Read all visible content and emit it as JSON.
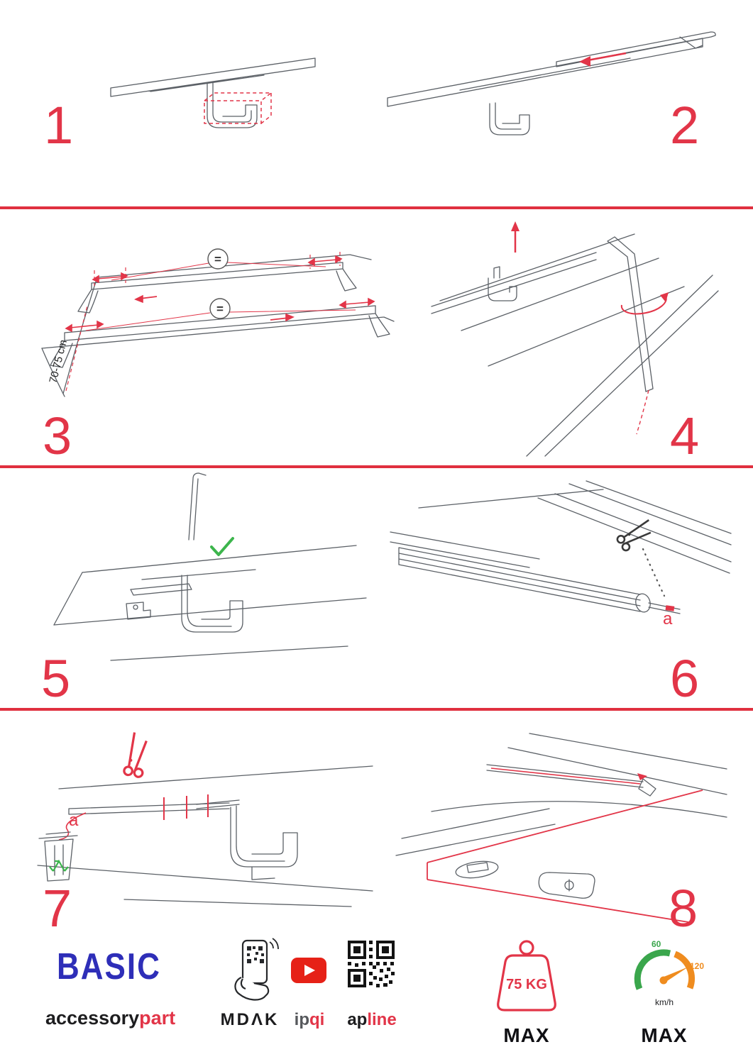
{
  "accent_red": "#e23548",
  "brand_blue": "#2e2eb8",
  "green": "#3cb54c",
  "orange": "#ef8c1f",
  "icons": {
    "scissors": "cut-here scissors glyph",
    "check": "green check mark",
    "trash": "waste-bin outline",
    "recycle": "green recycle triangle",
    "youtube_play": "red play button",
    "qr_code": "qr code square",
    "phone_scan": "hand holding phone with qr",
    "weight": "red max-load weight",
    "speedometer": "green-orange speed gauge",
    "equal_badge": "circled equals sign",
    "arrow": "red direction arrow"
  },
  "steps": {
    "s1": {
      "number": "1"
    },
    "s2": {
      "number": "2"
    },
    "s3": {
      "number": "3",
      "measure": "70-75 cm",
      "equal": "="
    },
    "s4": {
      "number": "4"
    },
    "s5": {
      "number": "5"
    },
    "s6": {
      "number": "6",
      "label_a": "a"
    },
    "s7": {
      "number": "7",
      "label_a": "a"
    },
    "s8": {
      "number": "8"
    }
  },
  "footer": {
    "brand": {
      "title": "BASIC",
      "sub_black": "accessory",
      "sub_red": "part"
    },
    "app": {
      "label": "MDΛK"
    },
    "video": {
      "label_gray": "ip",
      "label_red": "qi"
    },
    "qr": {
      "label_black": "ap",
      "label_red": "line"
    },
    "weight": {
      "value": "75 KG",
      "max": "MAX"
    },
    "speed": {
      "low": "60",
      "high": "120",
      "unit": "km/h",
      "max": "MAX"
    }
  }
}
